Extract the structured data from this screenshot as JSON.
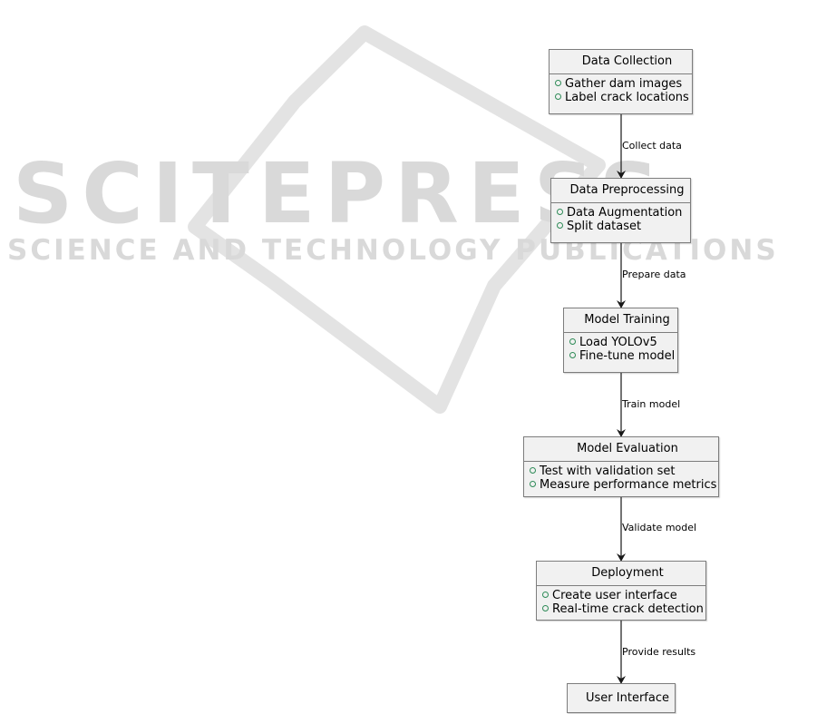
{
  "watermark": {
    "line1": "SCITEPRESS",
    "line2": "SCIENCE AND TECHNOLOGY PUBLICATIONS"
  },
  "nodes": [
    {
      "id": "data-collection",
      "title": "Data Collection",
      "items": [
        "Gather dam images",
        "Label crack locations"
      ]
    },
    {
      "id": "data-preprocessing",
      "title": "Data Preprocessing",
      "items": [
        "Data Augmentation",
        "Split dataset"
      ]
    },
    {
      "id": "model-training",
      "title": "Model Training",
      "items": [
        "Load YOLOv5",
        "Fine-tune model"
      ]
    },
    {
      "id": "model-evaluation",
      "title": "Model Evaluation",
      "items": [
        "Test with validation set",
        "Measure performance metrics"
      ]
    },
    {
      "id": "deployment",
      "title": "Deployment",
      "items": [
        "Create user interface",
        "Real-time crack detection"
      ]
    },
    {
      "id": "user-interface",
      "title": "User Interface",
      "items": []
    }
  ],
  "edges": [
    {
      "from": "data-collection",
      "to": "data-preprocessing",
      "label": "Collect data"
    },
    {
      "from": "data-preprocessing",
      "to": "model-training",
      "label": "Prepare data"
    },
    {
      "from": "model-training",
      "to": "model-evaluation",
      "label": "Train model"
    },
    {
      "from": "model-evaluation",
      "to": "deployment",
      "label": "Validate model"
    },
    {
      "from": "deployment",
      "to": "user-interface",
      "label": "Provide results"
    }
  ],
  "colors": {
    "node_fill": "#f1f1f1",
    "node_border": "#7d7d7d",
    "bullet": "#2e8b57",
    "watermark": "#d9d9d9"
  }
}
